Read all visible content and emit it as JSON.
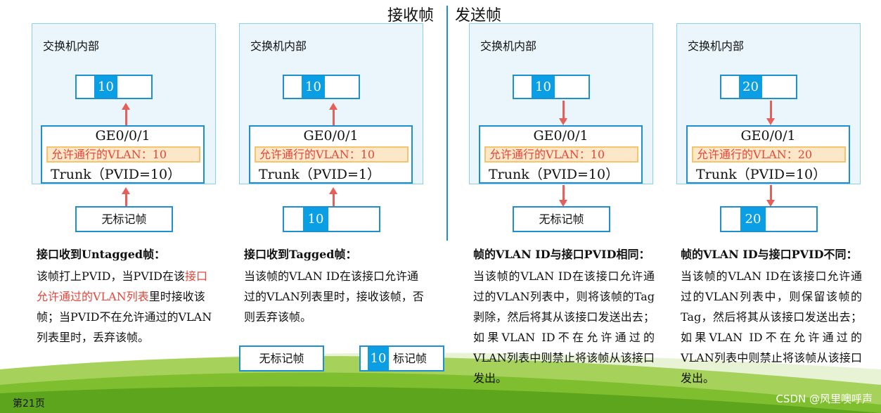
{
  "headings": {
    "receive": "接收帧",
    "send": "发送帧"
  },
  "panels": [
    {
      "title": "交换机内部",
      "frame_tag": "10",
      "port": "GE0/0/1",
      "allowed": "允许通行的VLAN：10",
      "trunk": "Trunk（PVID=10）",
      "outer_label": "无标记帧",
      "outer_tag": ""
    },
    {
      "title": "交换机内部",
      "frame_tag": "10",
      "port": "GE0/0/1",
      "allowed": "允许通行的VLAN：10",
      "trunk": "Trunk（PVID=1）",
      "outer_label": "",
      "outer_tag": "10"
    },
    {
      "title": "交换机内部",
      "frame_tag": "10",
      "port": "GE0/0/1",
      "allowed": "允许通行的VLAN：10",
      "trunk": "Trunk（PVID=10）",
      "outer_label": "无标记帧",
      "outer_tag": ""
    },
    {
      "title": "交换机内部",
      "frame_tag": "20",
      "port": "GE0/0/1",
      "allowed": "允许通行的VLAN：20",
      "trunk": "Trunk（PVID=10）",
      "outer_label": "",
      "outer_tag": "20"
    }
  ],
  "texts": [
    {
      "title": "接口收到Untagged帧：",
      "p1": "该帧打上PVID，当PVID在该",
      "hl": "接口允许通过的VLAN列表",
      "p2": "里时接收该帧；当PVID不在允许通过的VLAN列表里时，丢弃该帧。"
    },
    {
      "title": "接口收到Tagged帧：",
      "body": "当该帧的VLAN ID在该接口允许通过的VLAN列表里时，接收该帧，否则丢弃该帧。"
    },
    {
      "title": "帧的VLAN ID与接口PVID相同：",
      "body": "当该帧的VLAN ID在该接口允许通过的VLAN列表中，则将该帧的Tag剥除，然后将其从该接口发送出去；如果VLAN ID不在允许通过的VLAN列表中则禁止将该帧从该接口发出。"
    },
    {
      "title": "帧的VLAN ID与接口PVID不同：",
      "body": "当该帧的VLAN ID在该接口允许通过的VLAN列表中，则保留该帧的Tag，然后将其从该接口发送出去；如果VLAN ID不在允许通过的VLAN列表中则禁止将该帧从该接口发出。"
    }
  ],
  "legend": {
    "untagged": "无标记帧",
    "tag_value": "10",
    "tagged": "标记帧"
  },
  "footer": {
    "page": "第21页",
    "watermark": "CSDN @风里噢呼声"
  },
  "colors": {
    "accent": "#0a9ee4",
    "arrow": "#e4605a",
    "highlight": "#e5473a",
    "panel_bg": "#eaf6fc",
    "footer_green": "#7fbf2f"
  }
}
